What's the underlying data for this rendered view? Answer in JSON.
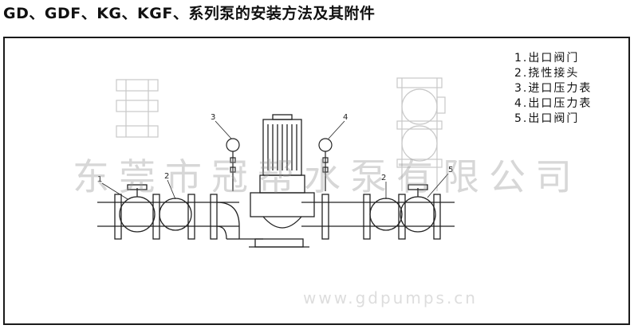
{
  "title": "GD、GDF、KG、KGF、系列泵的安装方法及其附件",
  "legend": [
    "1.出口阀门",
    "2.挠性接头",
    "3.进口压力表",
    "4.出口压力表",
    "5.出口阀门"
  ],
  "callouts": [
    "1",
    "2",
    "3",
    "4",
    "2",
    "5"
  ],
  "watermark": "东莞市冠帮水泵有限公司",
  "watermark_url": "www.gdpumps.cn",
  "colors": {
    "line": "#222222",
    "ghost": "#c8c8c8",
    "frame": "#1a1a1a"
  }
}
